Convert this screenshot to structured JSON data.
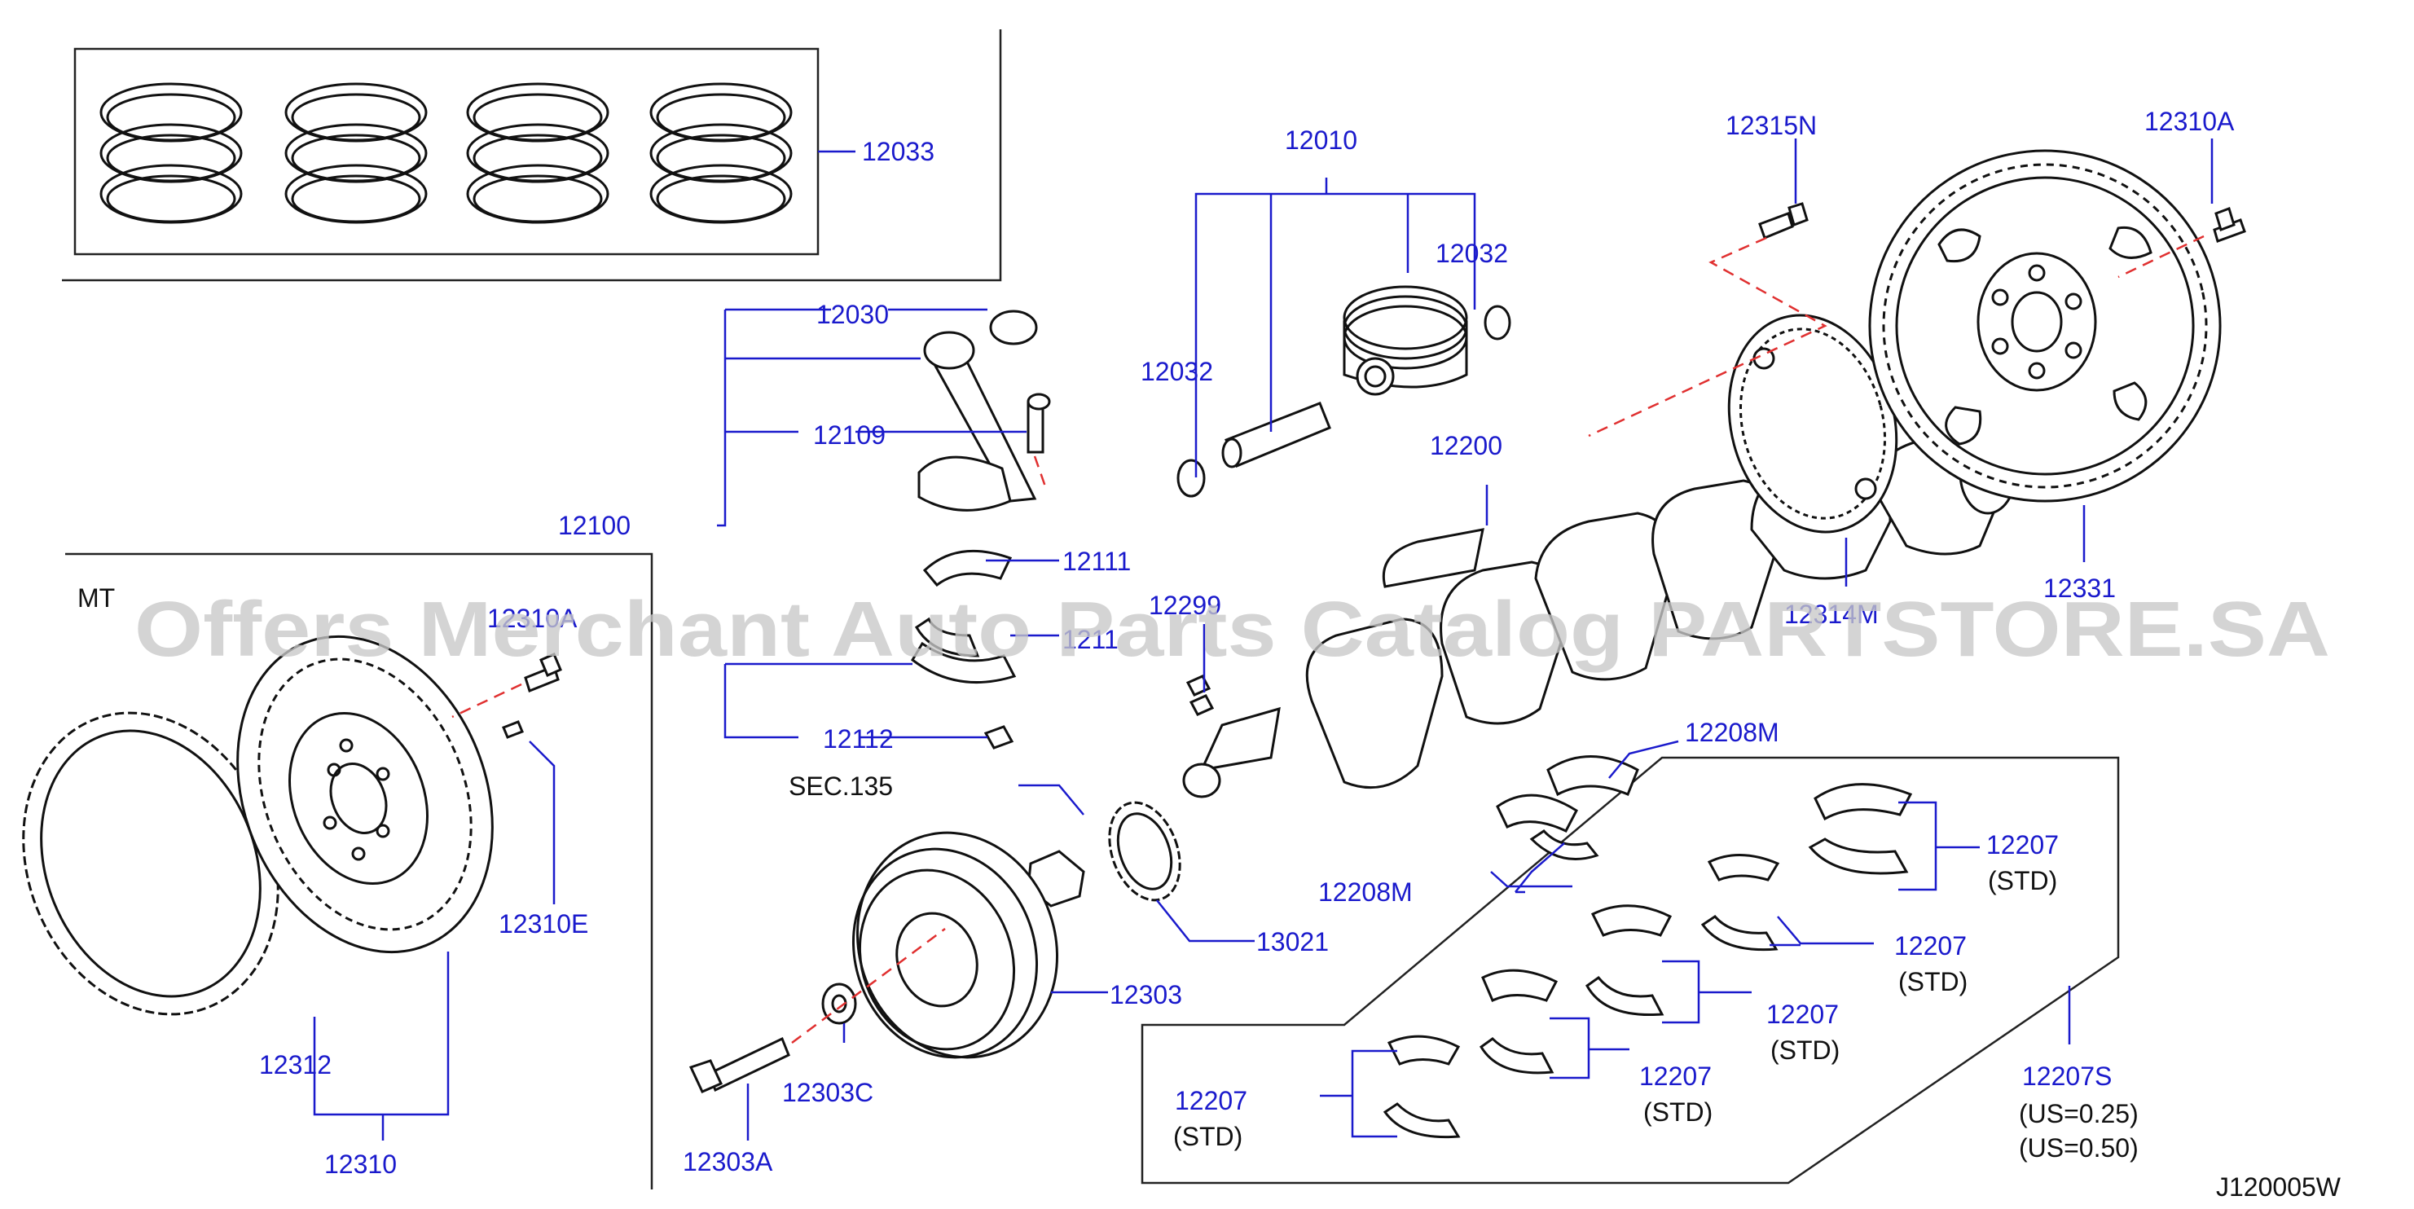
{
  "watermark": "Offers Merchant Auto Parts Catalog PARTSTORE.SA",
  "diagram_code": "J120005W",
  "section_mt": "MT",
  "sec_ref": "SEC.135",
  "colors": {
    "label": "#1a1acc",
    "line": "#1a1acc",
    "centerline": "#e03030",
    "ink": "#111111"
  },
  "parts": {
    "p12033": "12033",
    "p12010": "12010",
    "p12032a": "12032",
    "p12032b": "12032",
    "p12030": "12030",
    "p12109": "12109",
    "p12100": "12100",
    "p12111a": "12111",
    "p12111b": "1211",
    "p12112": "12112",
    "p12299": "12299",
    "p12200": "12200",
    "p12315N": "12315N",
    "p12310A_top": "12310A",
    "p12314M": "12314M",
    "p12331": "12331",
    "p12310A_mt": "12310A",
    "p12310E": "12310E",
    "p12312": "12312",
    "p12310": "12310",
    "p12303": "12303",
    "p12303C": "12303C",
    "p12303A": "12303A",
    "p13021": "13021",
    "p12208M_top": "12208M",
    "p12208M_bot": "12208M",
    "p12207_1": "12207",
    "p12207_2": "12207",
    "p12207_3": "12207",
    "p12207_4": "12207",
    "p12207_5": "12207",
    "p12207S": "12207S"
  },
  "notes": {
    "std1": "(STD)",
    "std2": "(STD)",
    "std3": "(STD)",
    "std4": "(STD)",
    "std5": "(STD)",
    "us025": "(US=0.25)",
    "us050": "(US=0.50)"
  }
}
